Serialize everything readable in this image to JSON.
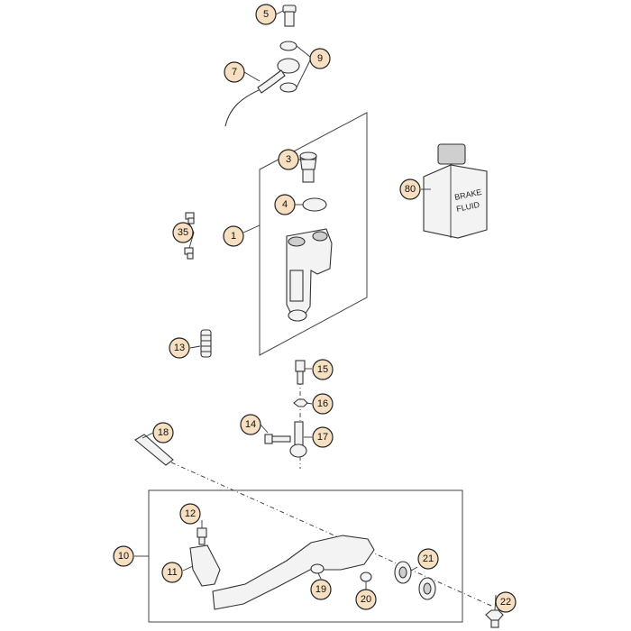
{
  "callouts": {
    "c1": "1",
    "c3": "3",
    "c4": "4",
    "c5": "5",
    "c7": "7",
    "c9": "9",
    "c10": "10",
    "c11": "11",
    "c12": "12",
    "c13": "13",
    "c14": "14",
    "c15": "15",
    "c16": "16",
    "c17": "17",
    "c18": "18",
    "c19": "19",
    "c20": "20",
    "c21": "21",
    "c22": "22",
    "c35": "35",
    "c80": "80"
  },
  "fluid_label": {
    "line1": "BRAKE",
    "line2": "FLUID"
  },
  "colors": {
    "callout_fill": "#f7dfc2",
    "line": "#333333"
  }
}
